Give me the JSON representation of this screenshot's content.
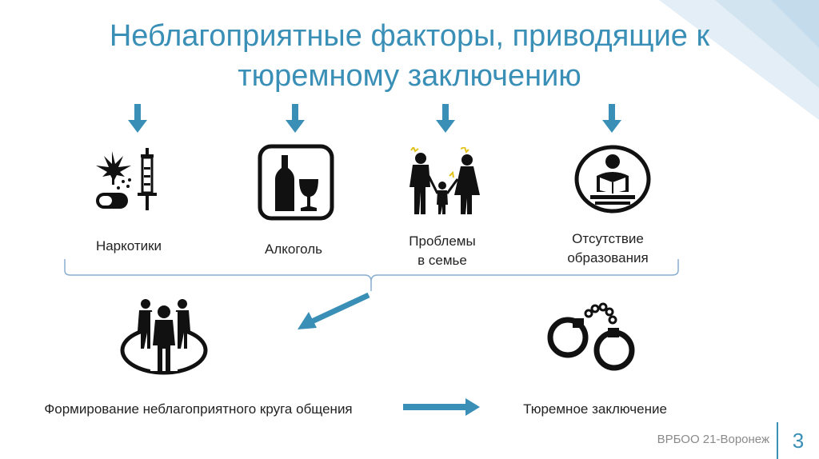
{
  "slide": {
    "title_line1": "Неблагоприятные факторы, приводящие к",
    "title_line2": "тюремному заключению",
    "accent_color": "#3a8fb7",
    "factors": [
      {
        "label": "Наркотики",
        "icon": "drugs-icon"
      },
      {
        "label": "Алкоголь",
        "icon": "alcohol-icon"
      },
      {
        "label_line1": "Проблемы",
        "label_line2": "в семье",
        "icon": "family-conflict-icon"
      },
      {
        "label_line1": "Отсутствие",
        "label_line2": "образования",
        "icon": "reading-person-icon"
      }
    ],
    "outcome_left": {
      "label": "Формирование неблагоприятного круга общения",
      "icon": "group-people-icon"
    },
    "outcome_right": {
      "label": "Тюремное заключение",
      "icon": "handcuffs-icon"
    },
    "footer": {
      "org": "ВРБОО 21-Воронеж",
      "page_number": "3"
    }
  }
}
